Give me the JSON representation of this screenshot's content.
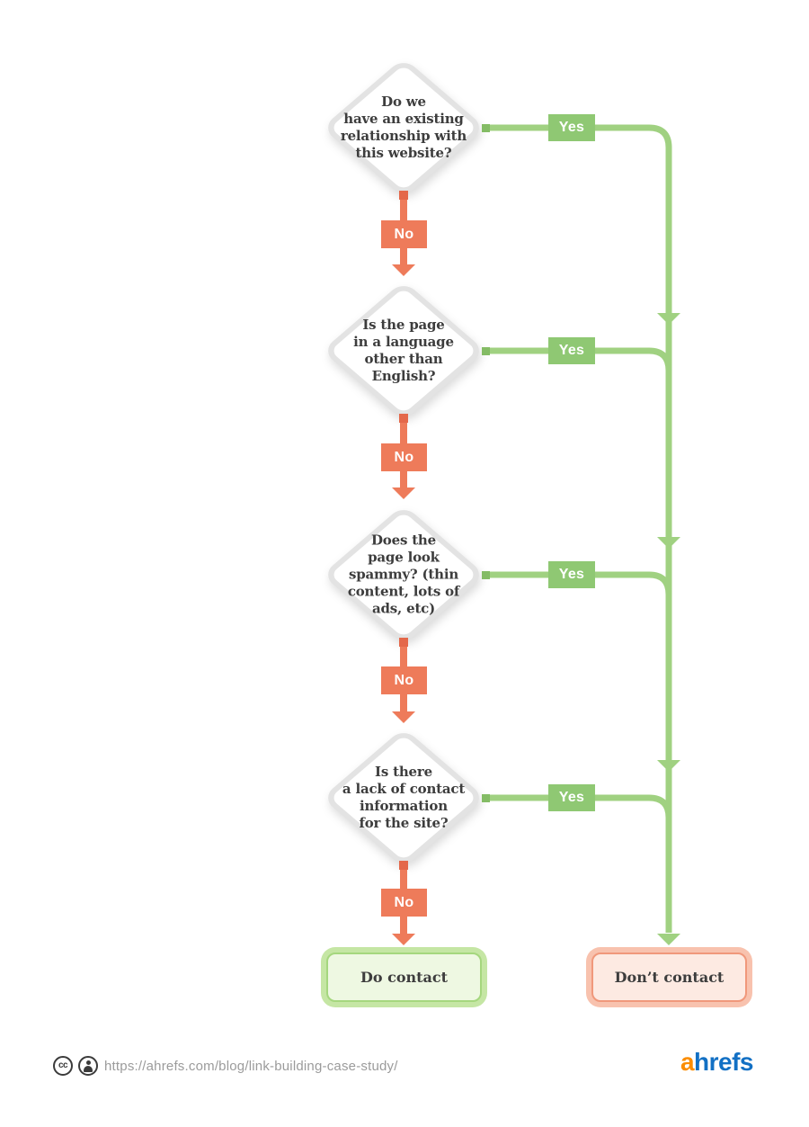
{
  "flow": {
    "questions": [
      {
        "text": "Do we\nhave an existing\nrelationship with\nthis website?"
      },
      {
        "text": "Is the page\nin a language\nother than\nEnglish?"
      },
      {
        "text": "Does the\npage look\nspammy? (thin\ncontent, lots of\nads, etc)"
      },
      {
        "text": "Is there\na lack of contact\ninformation\nfor the site?"
      }
    ],
    "yes_label": "Yes",
    "no_label": "No",
    "outcome_positive": "Do contact",
    "outcome_negative": "Don’t contact"
  },
  "footer": {
    "license_cc": "cc",
    "url": "https://ahrefs.com/blog/link-building-case-study/",
    "logo_prefix": "a",
    "logo_suffix": "hrefs"
  },
  "colors": {
    "green_line": "#a0d181",
    "green_label": "#8fc873",
    "green_cap": "#84bc65",
    "salmon_line": "#ee7b5a",
    "salmon_cap": "#e4684a",
    "diamond_border": "#e3e3e3",
    "question_text": "#3d3d3d",
    "do_box_fill": "#eef8e2",
    "do_box_border": "#a5d77e",
    "do_box_ring": "#c5e6a4",
    "dont_box_fill": "#fdeae2",
    "dont_box_border": "#f0987b",
    "dont_box_ring": "#f8c2ae",
    "url_text": "#9b9b9b",
    "logo_orange": "#fb8c00",
    "logo_blue": "#1270c4"
  }
}
